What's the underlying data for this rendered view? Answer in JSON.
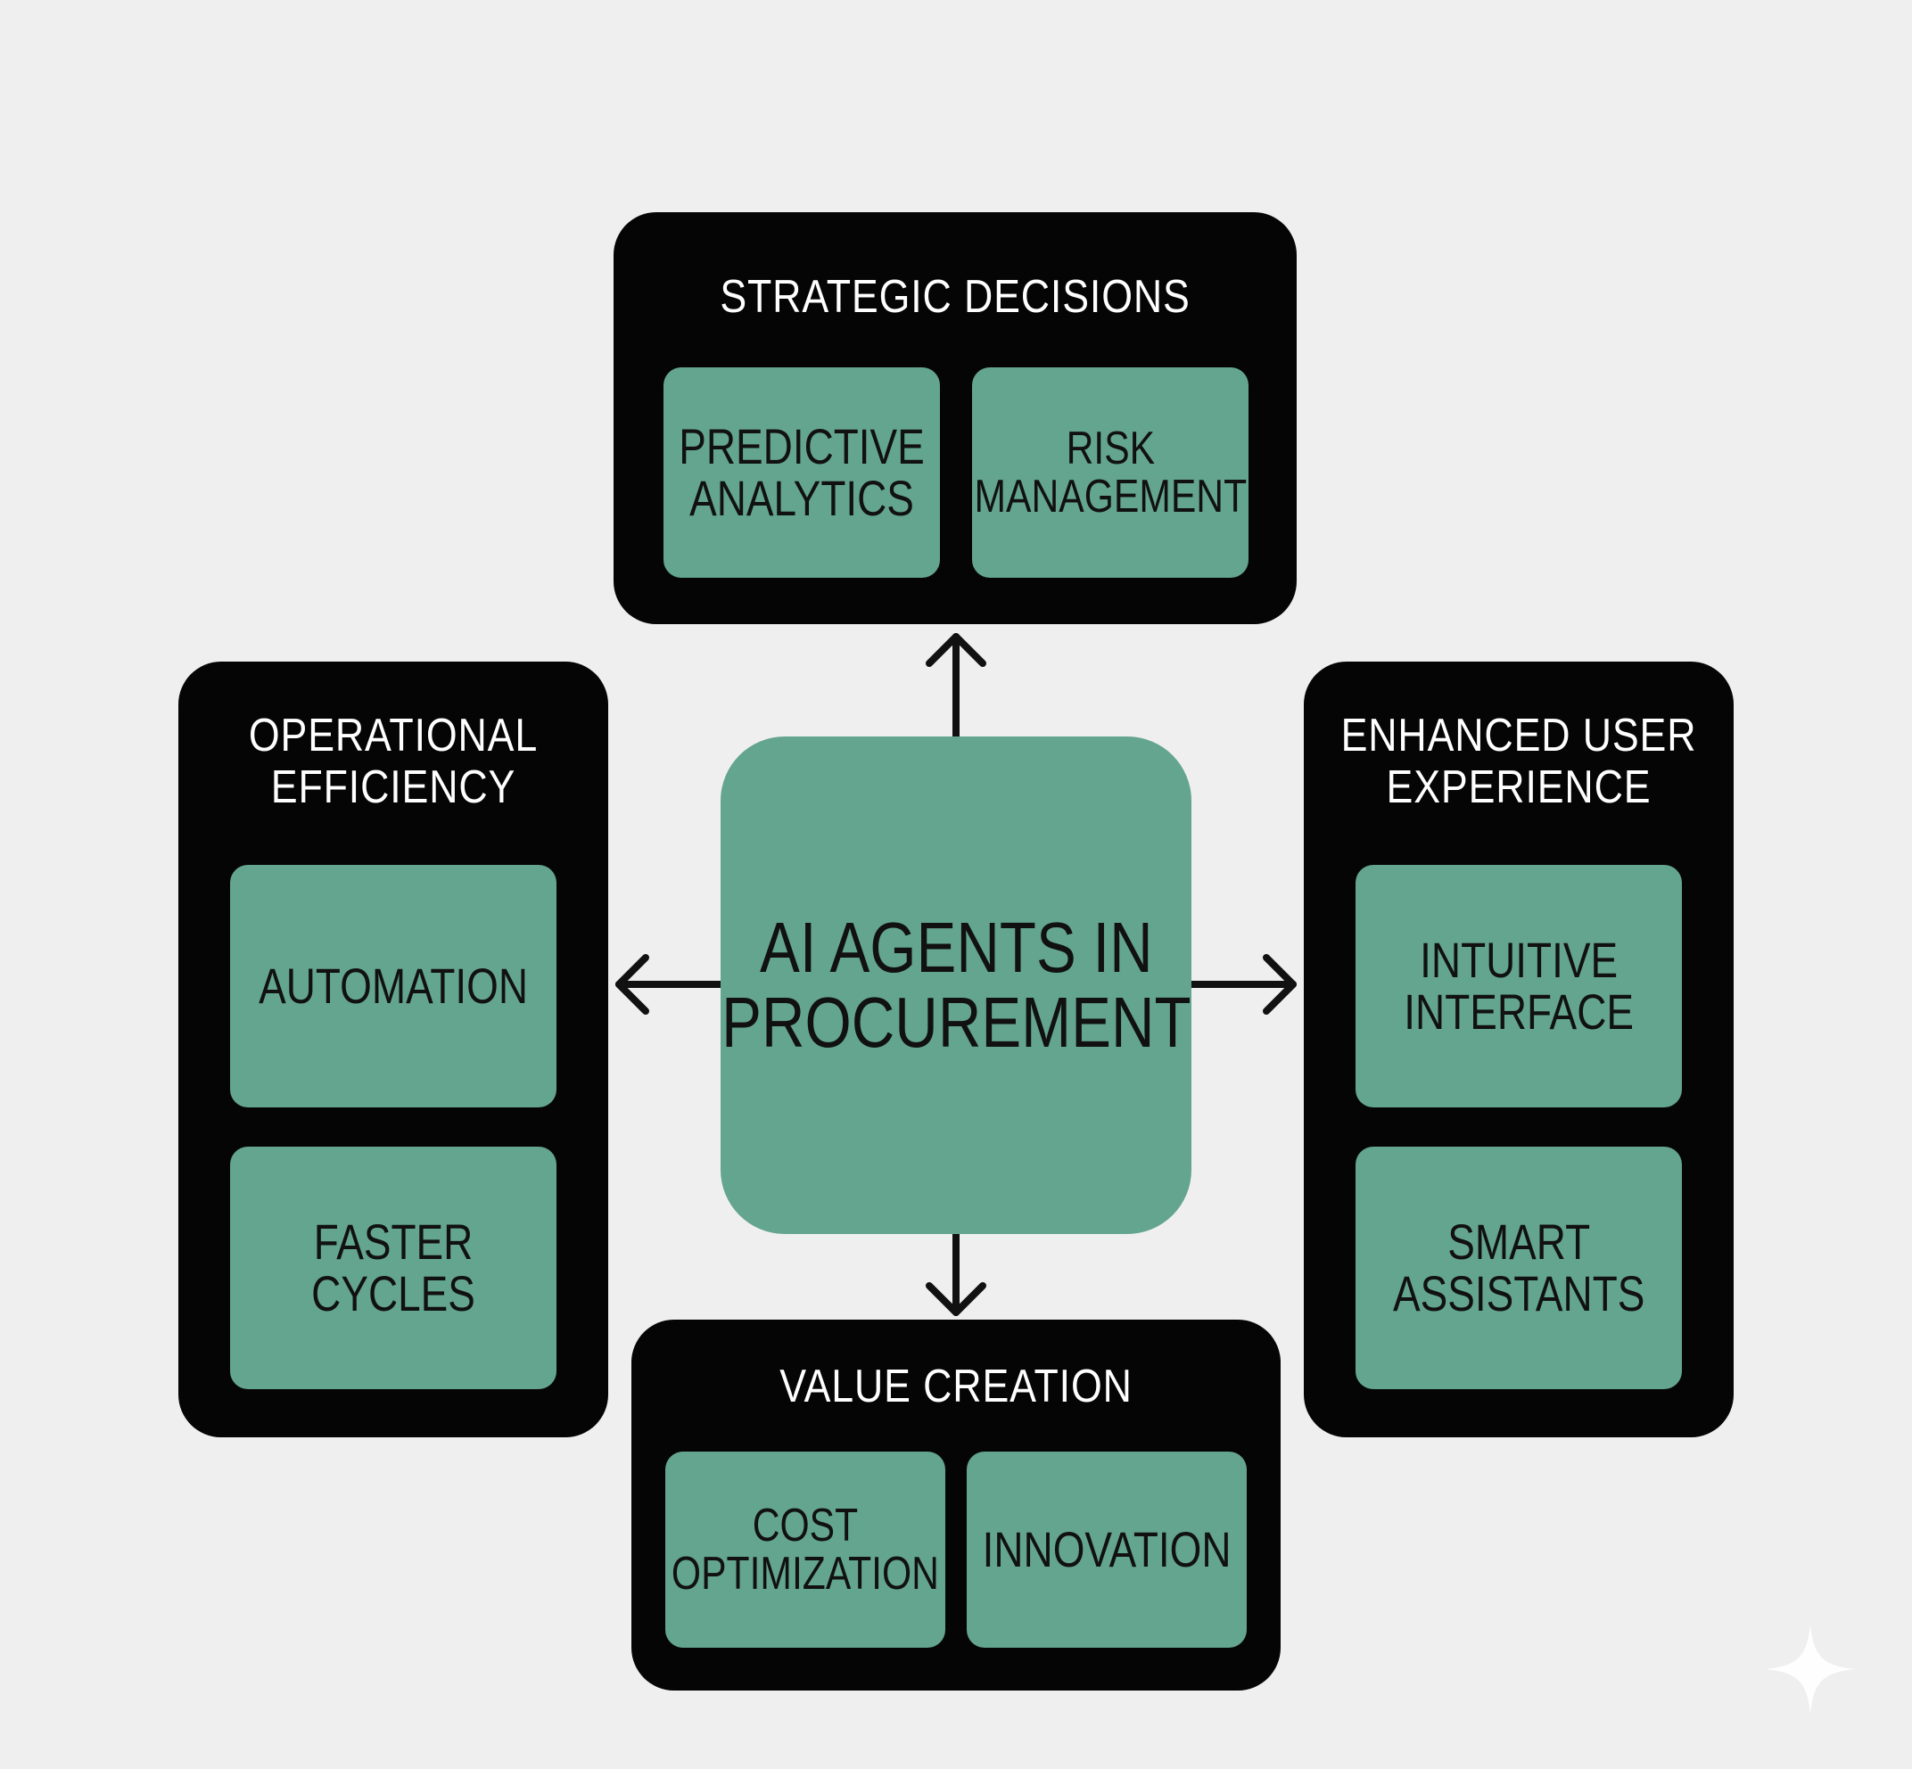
{
  "center": {
    "label": "AI AGENTS IN\nPROCUREMENT"
  },
  "groups": {
    "strategic": {
      "title": "STRATEGIC DECISIONS",
      "items": [
        "PREDICTIVE\nANALYTICS",
        "RISK\nMANAGEMENT"
      ]
    },
    "operational": {
      "title": "OPERATIONAL\nEFFICIENCY",
      "items": [
        "AUTOMATION",
        "FASTER\nCYCLES"
      ]
    },
    "experience": {
      "title": "ENHANCED USER\nEXPERIENCE",
      "items": [
        "INTUITIVE\nINTERFACE",
        "SMART\nASSISTANTS"
      ]
    },
    "value": {
      "title": "VALUE CREATION",
      "items": [
        "COST\nOPTIMIZATION",
        "INNOVATION"
      ]
    }
  },
  "colors": {
    "background": "#efefef",
    "group_fill": "#050505",
    "card_fill": "#64a58f",
    "arrow": "#111111"
  },
  "icons": {
    "watermark": "sparkle-icon"
  }
}
